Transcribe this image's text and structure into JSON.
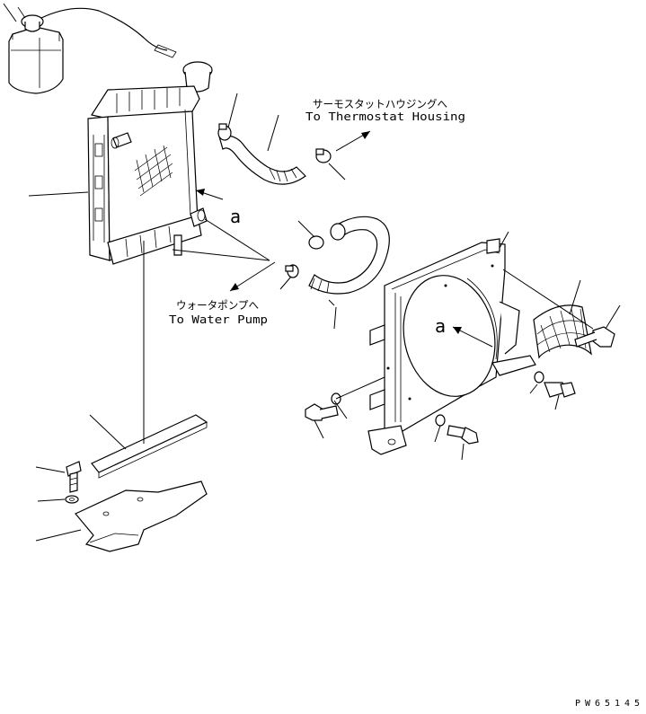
{
  "labels": {
    "thermostat_jp": "サーモスタットハウジングへ",
    "thermostat_en": "To Thermostat Housing",
    "waterpump_jp": "ウォータポンプへ",
    "waterpump_en": "To Water Pump",
    "ref_a_radiator": "a",
    "ref_a_shroud": "a",
    "drawing_number": "PW65145"
  }
}
